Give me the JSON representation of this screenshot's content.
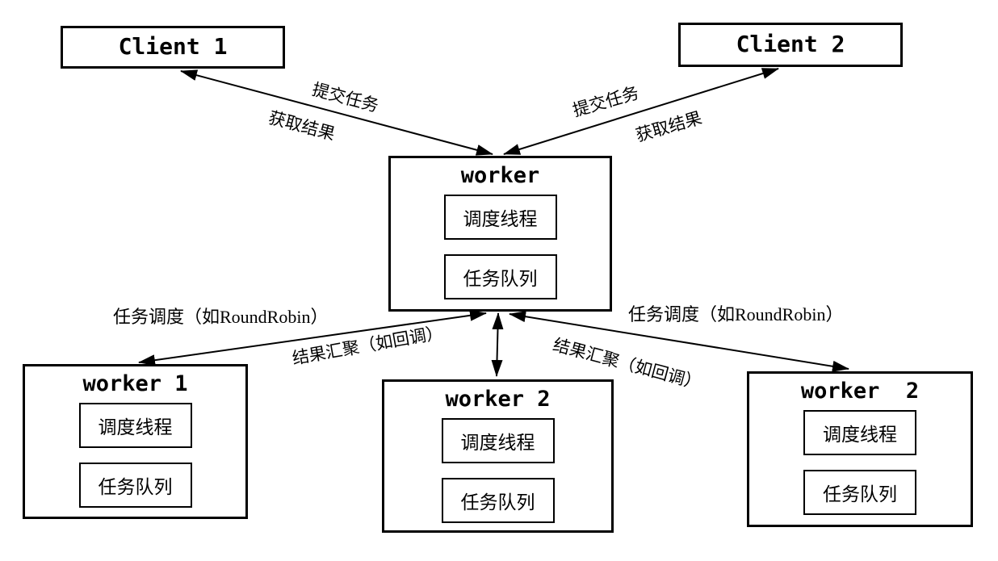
{
  "colors": {
    "background": "#ffffff",
    "ink": "#000000"
  },
  "nodes": {
    "client1": {
      "title": "Client 1"
    },
    "client2": {
      "title": "Client 2"
    },
    "master": {
      "title": "worker",
      "boxes": [
        "调度线程",
        "任务队列"
      ]
    },
    "worker1": {
      "title": "worker 1",
      "boxes": [
        "调度线程",
        "任务队列"
      ]
    },
    "worker2_mid": {
      "title": "worker 2",
      "boxes": [
        "调度线程",
        "任务队列"
      ]
    },
    "worker2_right": {
      "title": "worker  2",
      "boxes": [
        "调度线程",
        "任务队列"
      ]
    }
  },
  "edge_labels": {
    "submit_task_left": "提交任务",
    "fetch_result_left": "获取结果",
    "submit_task_right": "提交任务",
    "fetch_result_right": "获取结果",
    "task_schedule_left": "任务调度（如RoundRobin）",
    "result_aggregate_left": "结果汇聚（如回调）",
    "task_schedule_right": "任务调度（如RoundRobin）",
    "result_aggregate_right": "结果汇聚（如回调）"
  }
}
